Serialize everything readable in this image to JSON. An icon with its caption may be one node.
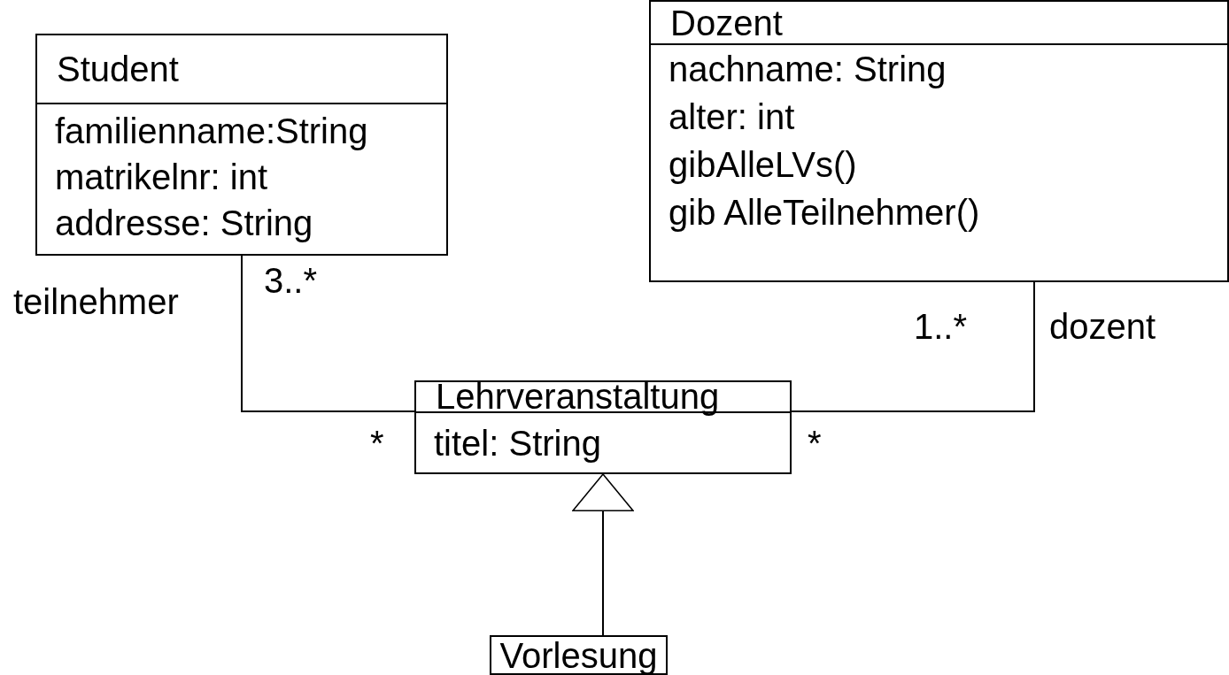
{
  "diagram": {
    "nodes": [
      {
        "text": [
          "Student",
          "familienname:String",
          "matrikelnr: int",
          "addresse: String"
        ]
      },
      {
        "text": [
          "Dozent",
          "nachname: String",
          "alter: int",
          "gibAlleLVs()",
          "gib AlleTeilnehmer()"
        ]
      },
      {
        "text": [
          "Lehrveranstaltung",
          "titel: String"
        ]
      },
      {
        "text": [
          "Vorlesung"
        ]
      }
    ],
    "edges": [
      {
        "from": 0,
        "to": 2,
        "arrow": "none"
      },
      {
        "from": 1,
        "to": 2,
        "arrow": "none"
      },
      {
        "from": 3,
        "to": 2,
        "arrow": "to"
      }
    ],
    "labels": [
      "3..*",
      "teilnehmer",
      "1..*",
      "dozent",
      "*",
      "*"
    ]
  }
}
